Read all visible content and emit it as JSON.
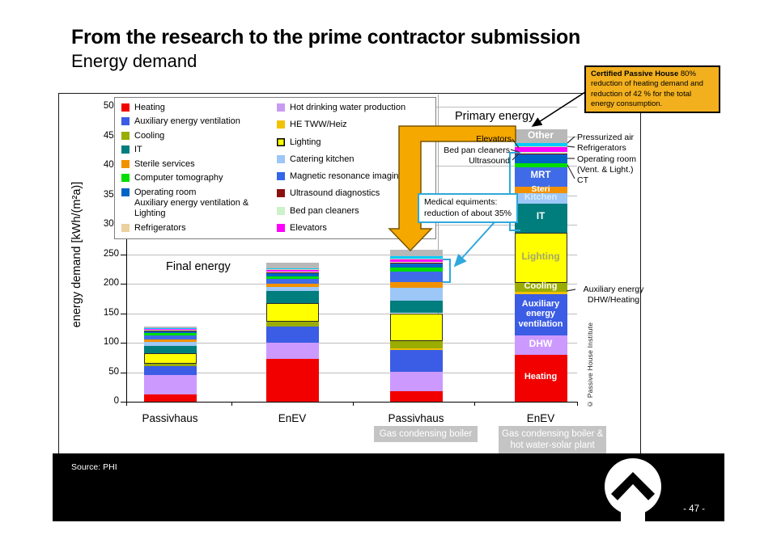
{
  "slide": {
    "title": "From the research to the prime contractor submission",
    "subtitle": "Energy demand",
    "source": "Source: PHI",
    "page_number": "- 47 -"
  },
  "colors": {
    "callout_bg": "#f2b01e",
    "cyan_accent": "#2fa8dc",
    "gray_box": "#c4c4c4",
    "arrow_orange": "#f5a800"
  },
  "chart_data": {
    "type": "bar",
    "stacked": true,
    "title": "",
    "xlabel": "",
    "ylabel": "energy demand [kWh/(m²a)]",
    "ylim": [
      0,
      500
    ],
    "ytick_step": 50,
    "grid": true,
    "legend_position": "top-left",
    "categories": [
      "Passivhaus",
      "EnEV",
      "Passivhaus",
      "EnEV"
    ],
    "category_sublabels": [
      null,
      null,
      "Gas condensing boiler",
      "Gas condensing boiler &\nhot water-solar plant"
    ],
    "group_labels": [
      "Final energy",
      "Primary energy"
    ],
    "series": [
      {
        "name": "Heating",
        "color": "#f20000",
        "values": [
          13,
          73,
          18,
          80
        ]
      },
      {
        "name": "Hot drinking water production (DHW)",
        "color": "#cc99ff",
        "values": [
          32,
          27,
          33,
          32
        ]
      },
      {
        "name": "Auxiliary energy ventilation",
        "color": "#3b5ce4",
        "values": [
          15,
          27,
          37,
          70
        ]
      },
      {
        "name": "HE TWW/Heiz",
        "color": "#f2c200",
        "values": [
          0,
          0,
          2,
          4
        ]
      },
      {
        "name": "Cooling",
        "color": "#9aad00",
        "values": [
          5,
          9,
          13,
          15
        ]
      },
      {
        "name": "Lighting",
        "color": "#ffff00",
        "values": [
          17,
          31,
          47,
          85
        ]
      },
      {
        "name": "IT",
        "color": "#007d7d",
        "values": [
          12,
          20,
          21,
          50
        ]
      },
      {
        "name": "Catering kitchen",
        "color": "#9cc7f7",
        "values": [
          8,
          8,
          22,
          17
        ]
      },
      {
        "name": "Sterile services",
        "color": "#f29100",
        "values": [
          4,
          5,
          10,
          12
        ]
      },
      {
        "name": "Magnetic resonance imaging (MRT)",
        "color": "#3f6be8",
        "values": [
          7,
          8,
          17,
          32
        ]
      },
      {
        "name": "Computer tomography (CT)",
        "color": "#00dd00",
        "values": [
          3,
          4,
          7,
          7
        ]
      },
      {
        "name": "Operating room",
        "color": "#0063c6",
        "values": [
          4,
          6,
          8,
          15
        ]
      },
      {
        "name": "Ultrasound diagnostics",
        "color": "#8b1010",
        "values": [
          1,
          1,
          1,
          2
        ]
      },
      {
        "name": "Bed pan cleaners",
        "color": "#ccf2cc",
        "values": [
          1,
          1,
          1,
          2
        ]
      },
      {
        "name": "Elevators",
        "color": "#ff00ff",
        "values": [
          1,
          3,
          5,
          8
        ]
      },
      {
        "name": "Refrigerators",
        "color": "#ecd0a0",
        "values": [
          1,
          1,
          1,
          2
        ]
      },
      {
        "name": "Pressurized air",
        "color": "#00ccff",
        "values": [
          1,
          2,
          4,
          6
        ]
      },
      {
        "name": "Other",
        "color": "#b8b8b8",
        "values": [
          3,
          9,
          11,
          22
        ]
      }
    ],
    "legend": {
      "left": [
        {
          "color": "#f20000",
          "label": "Heating"
        },
        {
          "color": "#3b5ce4",
          "label": "Auxiliary energy ventilation"
        },
        {
          "color": "#9aad00",
          "label": "Cooling"
        },
        {
          "color": "#007d7d",
          "label": "IT"
        },
        {
          "color": "#f29100",
          "label": "Sterile services"
        },
        {
          "color": "#00dd00",
          "label": "Computer tomography"
        },
        {
          "color": "#0063c6",
          "label": "Operating room",
          "label2": "Auxiliary energy ventilation & Lighting"
        },
        {
          "color": "#ecd0a0",
          "label": "Refrigerators"
        }
      ],
      "right": [
        {
          "color": "#c79bf2",
          "label": "Hot drinking water production"
        },
        {
          "color": "#f2c200",
          "label": "HE TWW/Heiz"
        },
        {
          "color": "#ffff00",
          "label": "Lighting",
          "border": true
        },
        {
          "color": "#9cc7f7",
          "label": "Catering kitchen"
        },
        {
          "color": "#3366e8",
          "label": "Magnetic resonance imaging"
        },
        {
          "color": "#8b1010",
          "label": "Ultrasound diagnostics"
        },
        {
          "color": "#ccf2cc",
          "label": "Bed pan cleaners"
        },
        {
          "color": "#ff00ff",
          "label": "Elevators"
        }
      ]
    },
    "inbar_labels": [
      {
        "bar": 3,
        "series": "Other",
        "text": "Other",
        "color": "#ffffff",
        "size": 12
      },
      {
        "bar": 3,
        "series": "Magnetic resonance imaging (MRT)",
        "text": "MRT",
        "color": "#ffffff",
        "size": 11.5
      },
      {
        "bar": 3,
        "series": "Sterile services",
        "text": "Steri",
        "color": "#ffffff",
        "size": 10.5
      },
      {
        "bar": 3,
        "series": "Catering kitchen",
        "text": "Kitchen",
        "color": "#d8ecff",
        "size": 11
      },
      {
        "bar": 3,
        "series": "IT",
        "text": "IT",
        "color": "#ffffff",
        "size": 11.5
      },
      {
        "bar": 3,
        "series": "Lighting",
        "text": "Lighting",
        "color": "#a6a66e",
        "size": 12
      },
      {
        "bar": 3,
        "series": "Cooling",
        "text": "Cooling",
        "color": "#ffffff",
        "size": 11
      },
      {
        "bar": 3,
        "series": "Auxiliary energy ventilation",
        "text": "Auxiliary\nenergy\nventilation",
        "color": "#ffffff",
        "size": 11
      },
      {
        "bar": 3,
        "series": "Hot drinking water production (DHW)",
        "text": "DHW",
        "color": "#ffffff",
        "size": 12
      },
      {
        "bar": 3,
        "series": "Heating",
        "text": "Heating",
        "color": "#ffffff",
        "size": 11
      }
    ]
  },
  "annotations": {
    "final_energy": "Final energy",
    "primary_energy": "Primary energy",
    "certified_bold": "Certified Passive House",
    "certified_rest": " 80% reduction of heating demand and reduction of 42 % for the total energy consumption.",
    "medical_line1": "Medical equiments:",
    "medical_line2": "reduction of about 35%",
    "elevators": "Elevators",
    "bed_pan_cleaners": "Bed pan cleaners",
    "ultrasound": "Ultrasound",
    "pressurized_air": "Pressurized air",
    "refrigerators": "Refrigerators",
    "operating_room": "Operating room",
    "vent_light": "(Vent. & Light.)",
    "ct": "CT",
    "aux_dhw_1": "Auxiliary energy",
    "aux_dhw_2": "DHW/Heating",
    "copyright": "© Passive House Institute"
  }
}
